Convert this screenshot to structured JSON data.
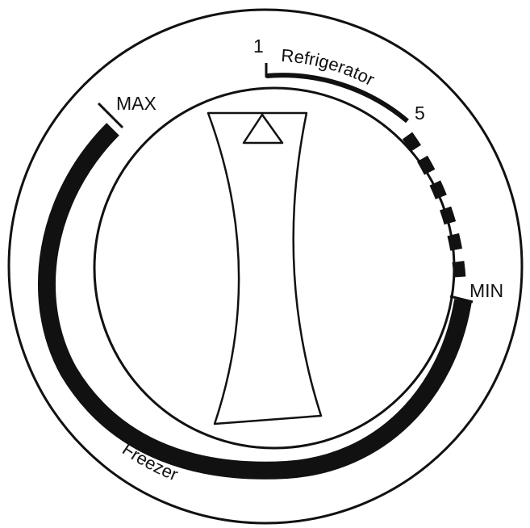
{
  "dial": {
    "refrigerator_label": "Refrigerator",
    "refrigerator_min_mark": "1",
    "refrigerator_max_mark": "5",
    "freezer_label": "Freezer",
    "max_label": "MAX",
    "min_label": "MIN"
  },
  "colors": {
    "ink": "#111111",
    "background": "#ffffff"
  }
}
